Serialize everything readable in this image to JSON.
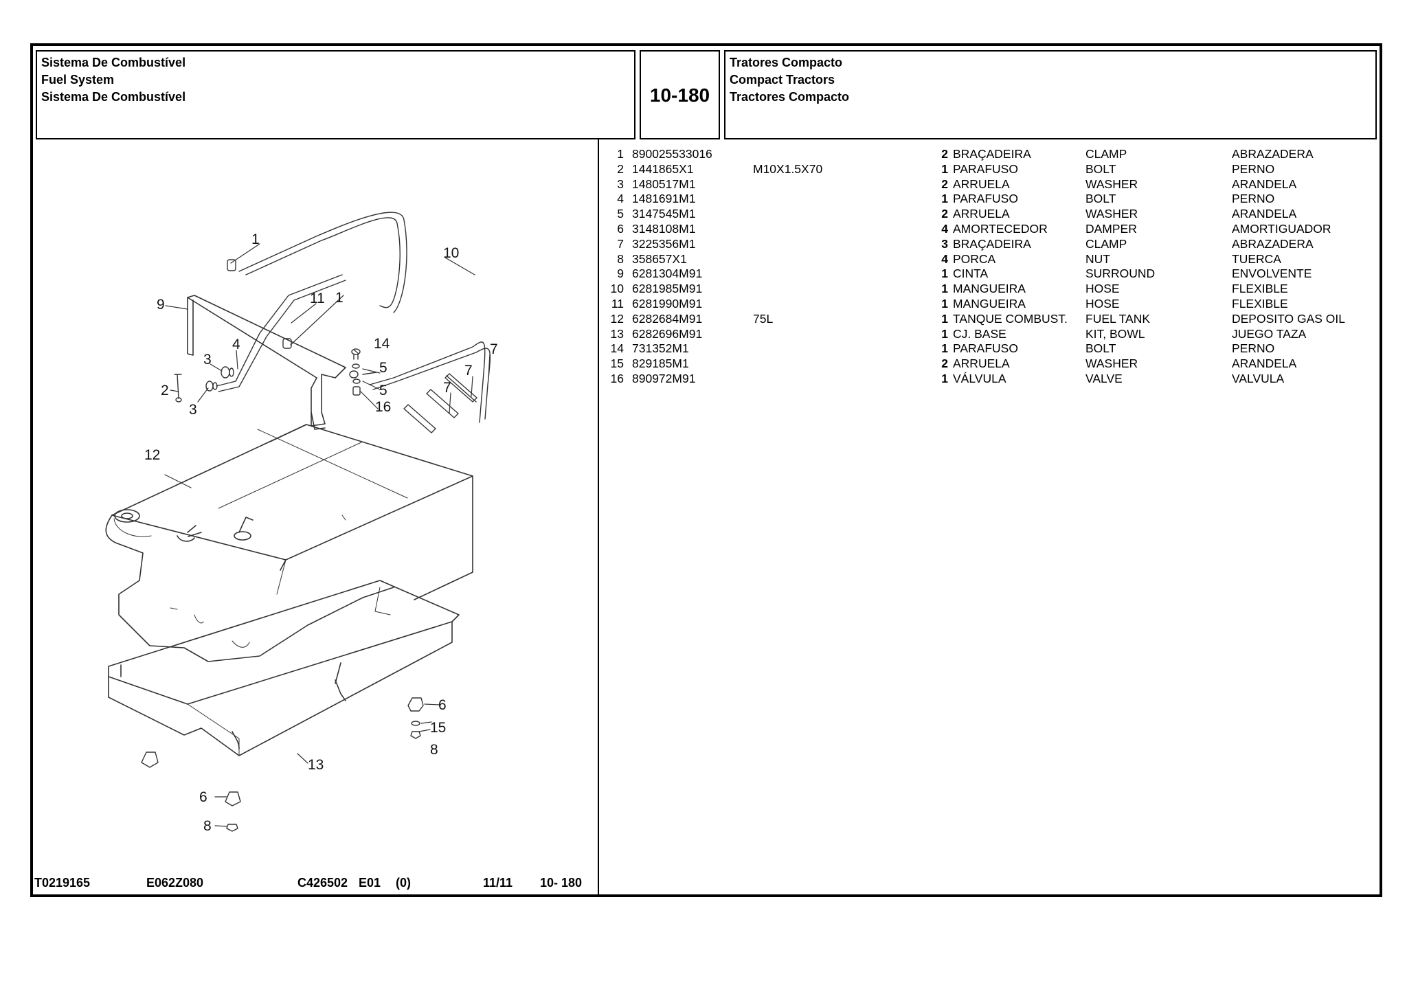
{
  "header": {
    "left_titles": [
      "Sistema De Combustível",
      "Fuel System",
      "Sistema De Combustível"
    ],
    "page_number": "10-180",
    "right_titles": [
      "Tratores Compacto",
      "Compact Tractors",
      "Tractores Compacto"
    ]
  },
  "parts": [
    {
      "item": "1",
      "part_no": "890025533016",
      "spec": "",
      "qty": "2",
      "pt": "BRAÇADEIRA",
      "en": "CLAMP",
      "es": "ABRAZADERA"
    },
    {
      "item": "2",
      "part_no": "1441865X1",
      "spec": "M10X1.5X70",
      "qty": "1",
      "pt": "PARAFUSO",
      "en": "BOLT",
      "es": "PERNO"
    },
    {
      "item": "3",
      "part_no": "1480517M1",
      "spec": "",
      "qty": "2",
      "pt": "ARRUELA",
      "en": "WASHER",
      "es": "ARANDELA"
    },
    {
      "item": "4",
      "part_no": "1481691M1",
      "spec": "",
      "qty": "1",
      "pt": "PARAFUSO",
      "en": "BOLT",
      "es": "PERNO"
    },
    {
      "item": "5",
      "part_no": "3147545M1",
      "spec": "",
      "qty": "2",
      "pt": "ARRUELA",
      "en": "WASHER",
      "es": "ARANDELA"
    },
    {
      "item": "6",
      "part_no": "3148108M1",
      "spec": "",
      "qty": "4",
      "pt": "AMORTECEDOR",
      "en": "DAMPER",
      "es": "AMORTIGUADOR"
    },
    {
      "item": "7",
      "part_no": "3225356M1",
      "spec": "",
      "qty": "3",
      "pt": "BRAÇADEIRA",
      "en": "CLAMP",
      "es": "ABRAZADERA"
    },
    {
      "item": "8",
      "part_no": "358657X1",
      "spec": "",
      "qty": "4",
      "pt": "PORCA",
      "en": "NUT",
      "es": "TUERCA"
    },
    {
      "item": "9",
      "part_no": "6281304M91",
      "spec": "",
      "qty": "1",
      "pt": "CINTA",
      "en": "SURROUND",
      "es": "ENVOLVENTE"
    },
    {
      "item": "10",
      "part_no": "6281985M91",
      "spec": "",
      "qty": "1",
      "pt": "MANGUEIRA",
      "en": "HOSE",
      "es": "FLEXIBLE"
    },
    {
      "item": "11",
      "part_no": "6281990M91",
      "spec": "",
      "qty": "1",
      "pt": "MANGUEIRA",
      "en": "HOSE",
      "es": "FLEXIBLE"
    },
    {
      "item": "12",
      "part_no": "6282684M91",
      "spec": "75L",
      "qty": "1",
      "pt": "TANQUE COMBUST.",
      "en": "FUEL TANK",
      "es": "DEPOSITO GAS OIL"
    },
    {
      "item": "13",
      "part_no": "6282696M91",
      "spec": "",
      "qty": "1",
      "pt": "CJ. BASE",
      "en": "KIT, BOWL",
      "es": "JUEGO TAZA"
    },
    {
      "item": "14",
      "part_no": "731352M1",
      "spec": "",
      "qty": "1",
      "pt": "PARAFUSO",
      "en": "BOLT",
      "es": "PERNO"
    },
    {
      "item": "15",
      "part_no": "829185M1",
      "spec": "",
      "qty": "2",
      "pt": "ARRUELA",
      "en": "WASHER",
      "es": "ARANDELA"
    },
    {
      "item": "16",
      "part_no": "890972M91",
      "spec": "",
      "qty": "1",
      "pt": "VÁLVULA",
      "en": "VALVE",
      "es": "VALVULA"
    }
  ],
  "diagram": {
    "callouts": [
      "1",
      "1",
      "10",
      "11",
      "9",
      "4",
      "14",
      "3",
      "5",
      "7",
      "7",
      "7",
      "2",
      "5",
      "3",
      "16",
      "12",
      "6",
      "15",
      "8",
      "13",
      "6",
      "8"
    ]
  },
  "footer": {
    "code": "T0219165",
    "ref": "E062Z080",
    "doc": "C426502",
    "edition": "E01",
    "rev": "(0)",
    "pages": "11/11",
    "page_ref": "10- 180"
  }
}
